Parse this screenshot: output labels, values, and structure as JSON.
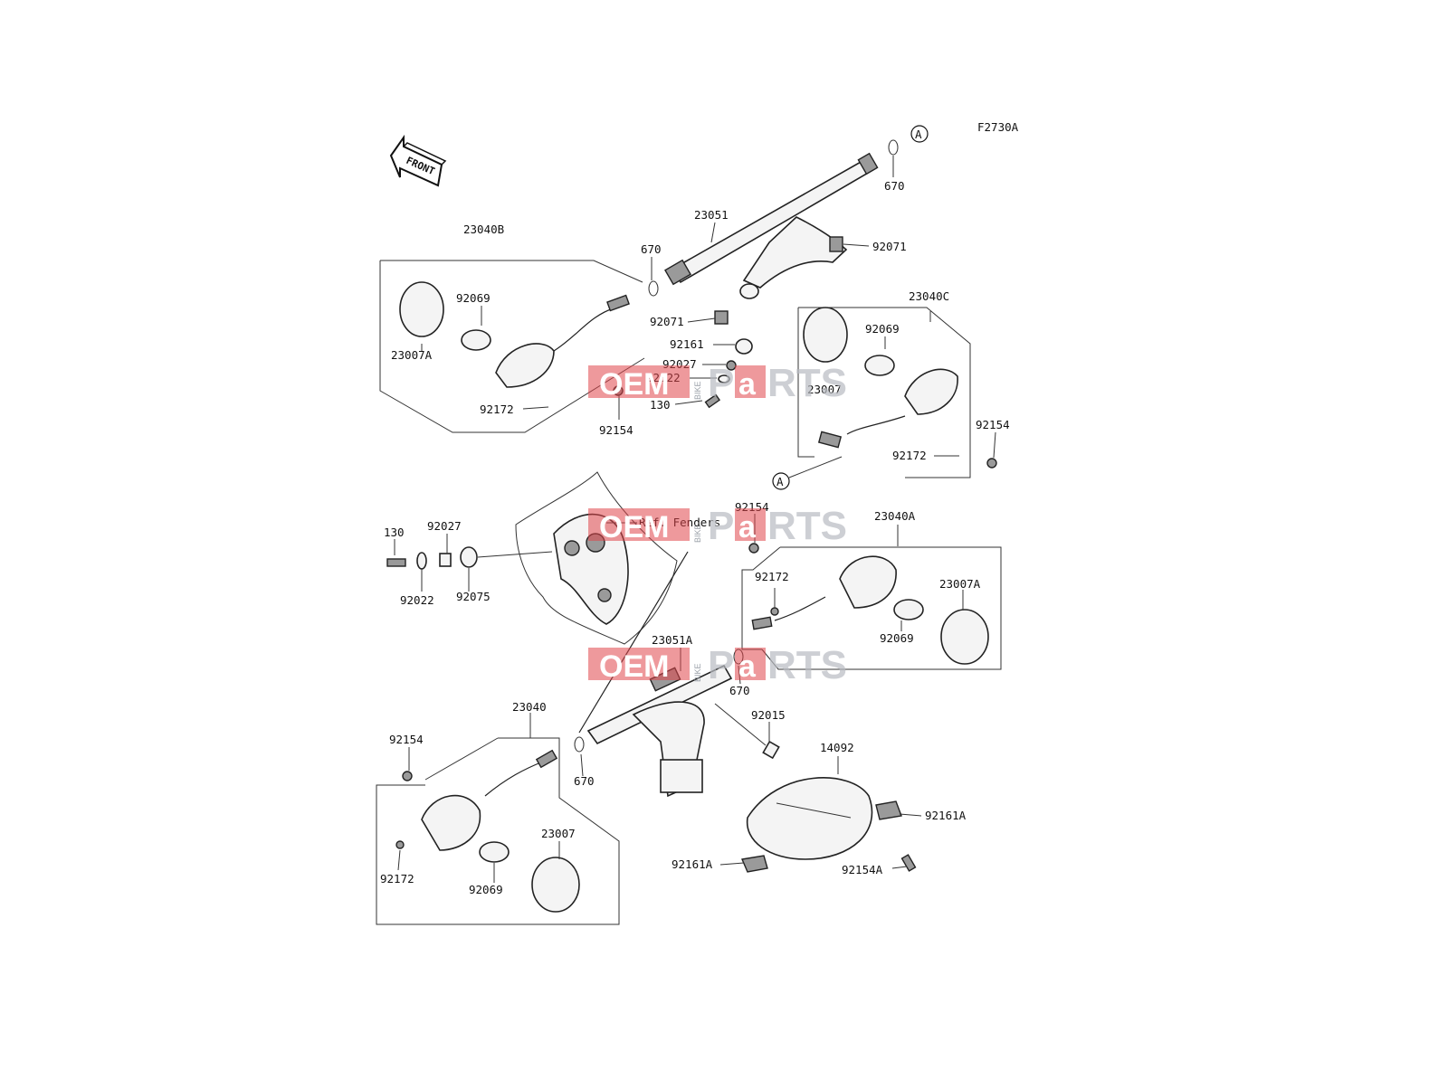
{
  "figure_code": "F2730A",
  "front_label": "FRONT",
  "ref_label": "A",
  "ref_fenders": "Ref. Fenders",
  "watermark": {
    "oem": "OEM",
    "bike": "BIKE",
    "p": "P",
    "a": "a",
    "rts": "RTS"
  },
  "colors": {
    "line": "#222222",
    "watermark_red": "#e0464b",
    "watermark_gray": "#b9bcc2"
  },
  "part_numbers": [
    "23051",
    "670",
    "670",
    "92071",
    "23040B",
    "92069",
    "23007A",
    "92172",
    "92154",
    "92071",
    "92161",
    "92027",
    "92022",
    "130",
    "23040C",
    "92069",
    "23007",
    "92154",
    "92172",
    "130",
    "92027",
    "92022",
    "92075",
    "92154",
    "23040A",
    "92172",
    "23007A",
    "92069",
    "23051A",
    "670",
    "92015",
    "23040",
    "92154",
    "670",
    "23007",
    "92172",
    "92069",
    "14092",
    "92161A",
    "92161A",
    "92154A"
  ]
}
